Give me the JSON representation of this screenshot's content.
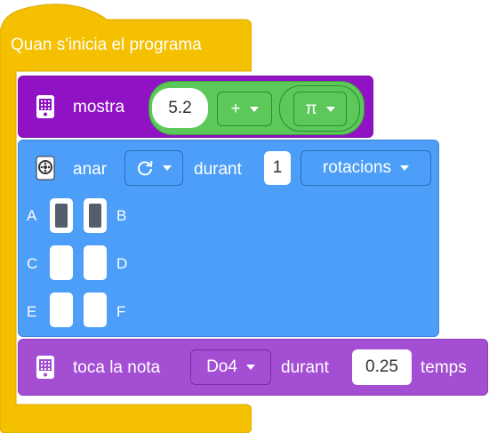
{
  "hat": {
    "label": "Quan s'inicia el programa"
  },
  "display_block": {
    "label": "mostra",
    "value": "5.2",
    "operator": "+",
    "constant": "π"
  },
  "motor_block": {
    "label": "anar",
    "direction_icon": "clockwise-icon",
    "during_label": "durant",
    "amount": "1",
    "unit": "rotacions",
    "ports": [
      {
        "name": "A",
        "selected": true
      },
      {
        "name": "B",
        "selected": true
      },
      {
        "name": "C",
        "selected": false
      },
      {
        "name": "D",
        "selected": false
      },
      {
        "name": "E",
        "selected": false
      },
      {
        "name": "F",
        "selected": false
      }
    ]
  },
  "sound_block": {
    "label": "toca la nota",
    "note": "Do4",
    "during_label": "durant",
    "duration": "0.25",
    "unit": "temps"
  },
  "colors": {
    "hat": "#f5c000",
    "display": "#9012c4",
    "motor": "#4c9ef8",
    "sound": "#a44ed4",
    "operator": "#5cc85a"
  }
}
